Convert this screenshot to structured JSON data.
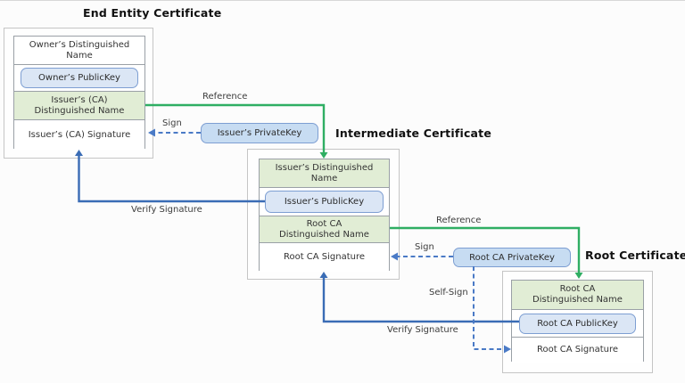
{
  "colors": {
    "bg": "#fcfcfc",
    "green_line": "#2fae63",
    "blue_line": "#3a6cb5",
    "dash_line": "#4a7ac6",
    "green_fill": "#e1edd5",
    "key_fill_public": "#dbe6f5",
    "key_fill_private": "#c7dcf2",
    "key_border": "#7d9ed2",
    "box_border": "#9aa0a6",
    "outer_border": "#c5c5c5",
    "text_color": "#333333",
    "title_color": "#111111"
  },
  "certificates": [
    {
      "title": "End Entity Certificate",
      "rows": [
        {
          "text": "Owner’s Distinguished\nName"
        },
        {
          "text": "Owner’s PublicKey"
        },
        {
          "text": "Issuer’s (CA)\nDistinguished Name"
        },
        {
          "text": "Issuer’s (CA) Signature"
        }
      ]
    },
    {
      "title": "Intermediate Certificate",
      "rows": [
        {
          "text": "Issuer’s Distinguished\nName"
        },
        {
          "text": "Issuer’s PublicKey"
        },
        {
          "text": "Root CA\nDistinguished Name"
        },
        {
          "text": "Root CA Signature"
        }
      ]
    },
    {
      "title": "Root Certificate",
      "rows": [
        {
          "text": "Root CA\nDistinguished Name"
        },
        {
          "text": "Root CA PublicKey"
        },
        {
          "text": "Root CA Signature"
        }
      ]
    }
  ],
  "private_keys": [
    {
      "label": "Issuer’s PrivateKey"
    },
    {
      "label": "Root CA PrivateKey"
    }
  ],
  "connections": {
    "reference_1": "Reference",
    "sign_1": "Sign",
    "verify_1": "Verify Signature",
    "reference_2": "Reference",
    "sign_2": "Sign",
    "verify_2": "Verify Signature",
    "self_sign": "Self-Sign"
  }
}
